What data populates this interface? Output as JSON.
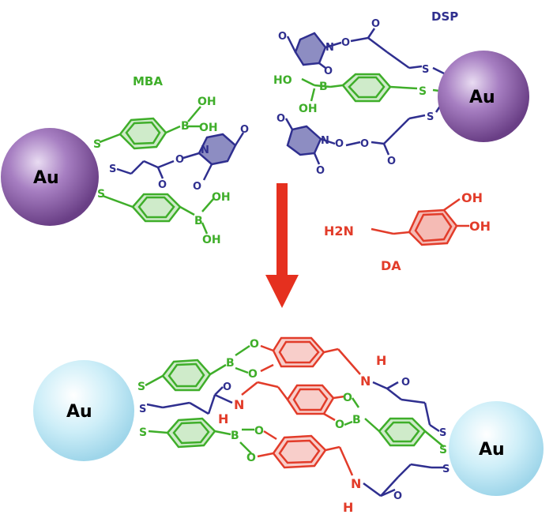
{
  "labels": {
    "mba": "MBA",
    "dsp": "DSP",
    "da": "DA",
    "au": "Au",
    "s": "S",
    "b": "B",
    "o": "O",
    "n": "N",
    "h": "H",
    "oh": "OH",
    "ho": "HO",
    "h2n": "H2N"
  },
  "colors": {
    "mba_green": "#3fae2a",
    "dsp_blue": "#2f2f8f",
    "da_red": "#e23c2a",
    "au_purple": "#8c5fa8",
    "au_light_blue": "#bfe6f3",
    "arrow_red": "#e5301f"
  }
}
